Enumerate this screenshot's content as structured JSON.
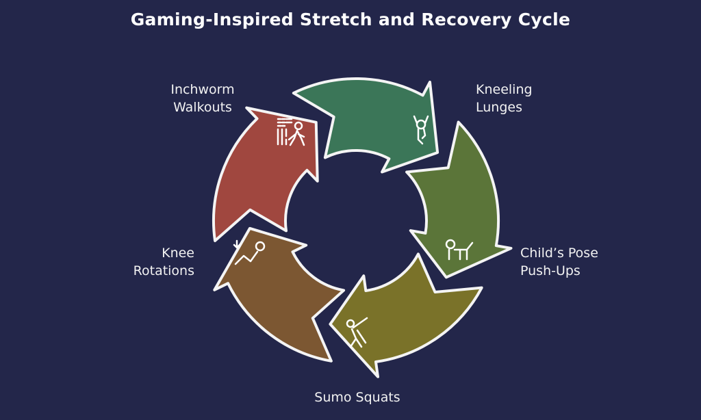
{
  "title": "Gaming-Inspired Stretch and Recovery Cycle",
  "steps": [
    {
      "label_line1": "Inchworm",
      "label_line2": "Walkouts",
      "color": "#a0473f",
      "icon": "instructor-board-icon"
    },
    {
      "label_line1": "Kneeling",
      "label_line2": "Lunges",
      "color": "#3b7658",
      "icon": "jumping-person-icon"
    },
    {
      "label_line1": "Child’s Pose",
      "label_line2": "Push-Ups",
      "color": "#5b7539",
      "icon": "crawling-person-icon"
    },
    {
      "label_line1": "Sumo Squats",
      "label_line2": "",
      "color": "#7a7229",
      "icon": "stretching-person-icon"
    },
    {
      "label_line1": "Knee",
      "label_line2": "Rotations",
      "color": "#7c5732",
      "icon": "reclining-person-icon"
    }
  ],
  "background": "#23264a"
}
